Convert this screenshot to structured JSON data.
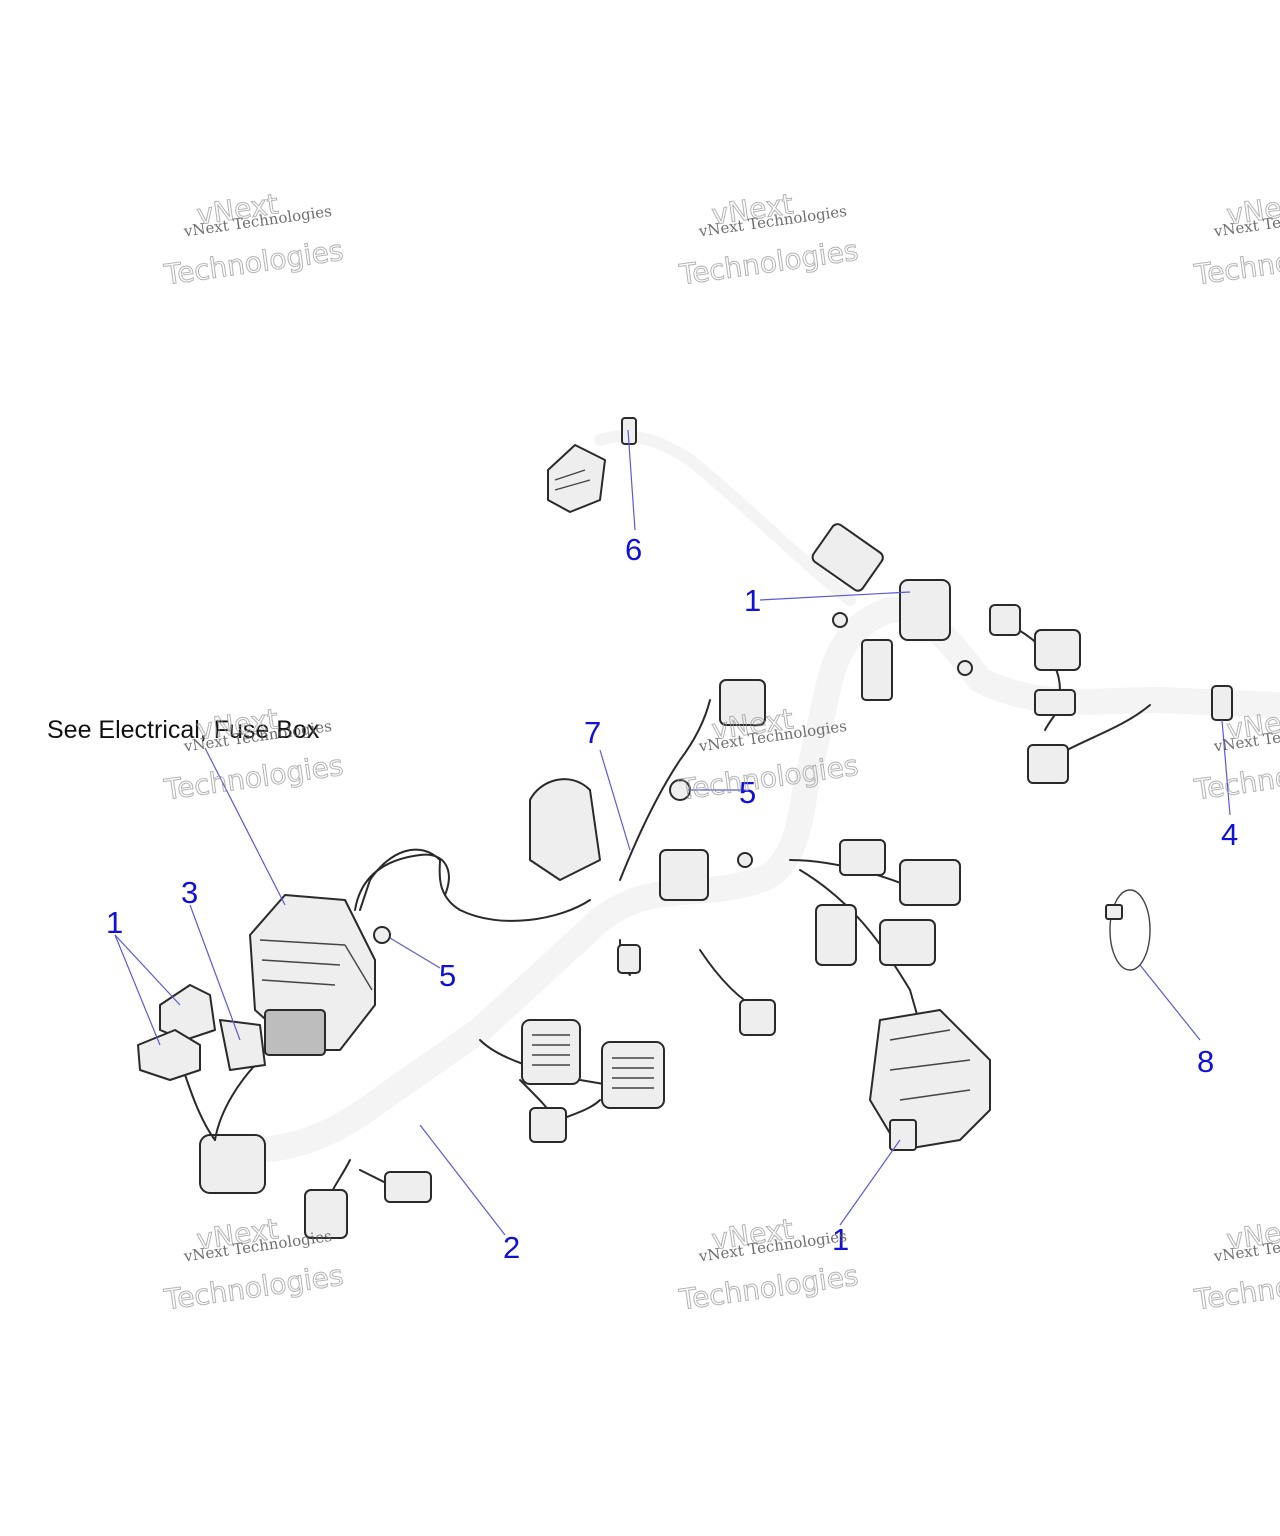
{
  "note": "See Electrical, Fuse Box",
  "callouts": [
    "1",
    "1",
    "1",
    "2",
    "3",
    "4",
    "5",
    "5",
    "6",
    "7",
    "8"
  ],
  "watermark": {
    "line1": "vNext Technologies",
    "line2": "Technologies",
    "line3": "vNext"
  }
}
